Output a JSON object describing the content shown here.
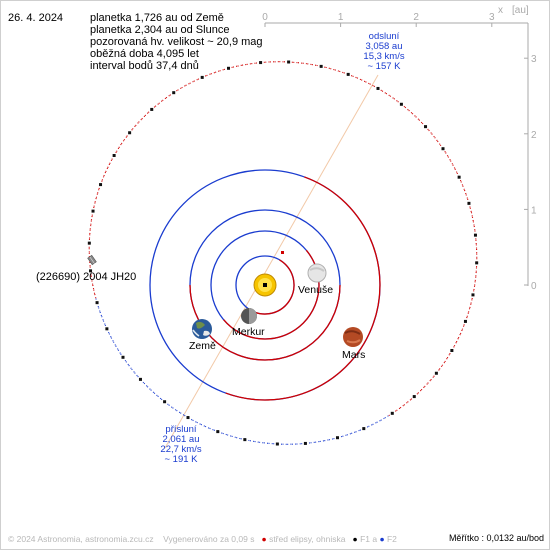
{
  "header": {
    "date": "26. 4. 2024",
    "info_lines": [
      "planetka 1,726 au od Země",
      "planetka 2,304 au od Slunce",
      "pozorovaná hv. velikost ~ 20,9 mag",
      "oběžná doba 4,095 let",
      "interval bodů 37,4 dnů"
    ]
  },
  "asteroid": {
    "name": "(226690) 2004 JH20"
  },
  "aphelion": {
    "lines": [
      "odsluní",
      "3,058 au",
      "15,3 km/s",
      "~ 157 K"
    ]
  },
  "perihelion": {
    "lines": [
      "přísluní",
      "2,061 au",
      "22,7 km/s",
      "~ 191 K"
    ]
  },
  "planets": [
    {
      "name": "Merkur",
      "color": "#555555"
    },
    {
      "name": "Venuše",
      "color": "#d8d8d8"
    },
    {
      "name": "Země",
      "color": "#2a5a9a"
    },
    {
      "name": "Mars",
      "color": "#b44a24"
    }
  ],
  "axes": {
    "x_unit": "x",
    "unit_label": "[au]",
    "x_ticks": [
      "0",
      "1",
      "2",
      "3"
    ],
    "y_ticks": [
      "3",
      "2",
      "1",
      "0"
    ]
  },
  "footer": {
    "copyright": "© 2024 Astronomia, astronomia.zcu.cz",
    "generated": "Vygenerováno za 0,09 s",
    "legend_center": "střed elipsy, ohniska",
    "legend_f1": "F1 a",
    "legend_f2": "F2"
  },
  "scale": {
    "label": "Měřítko : 0,0132 au/bod"
  },
  "colors": {
    "orbit_blue": "#1a3ccf",
    "orbit_red": "#d00000",
    "apsis_line": "#f2c9a8",
    "sun": "#f6c400",
    "axis_gray": "#aaaaaa"
  }
}
